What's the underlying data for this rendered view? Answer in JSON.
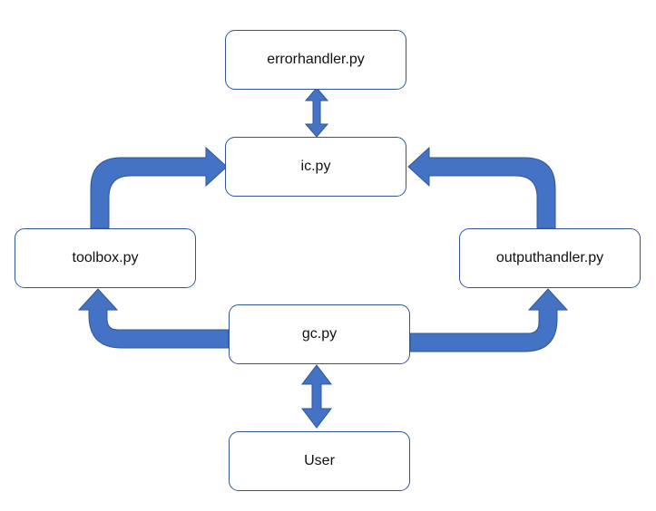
{
  "diagram": {
    "accent_color": "#4472c4",
    "border_color": "#2f5597",
    "nodes": {
      "errorhandler": "errorhandler.py",
      "ic": "ic.py",
      "toolbox": "toolbox.py",
      "outputhandler": "outputhandler.py",
      "gc": "gc.py",
      "user": "User"
    }
  }
}
